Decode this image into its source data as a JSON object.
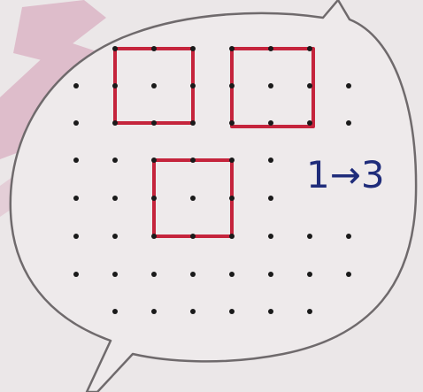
{
  "handwritten_note": "1→3",
  "colors": {
    "background": "#ebe7e8",
    "bubble_stroke": "#6f6a6c",
    "dot": "#1a1a1a",
    "square_stroke": "#c5243c",
    "ink": "#1f2c7a",
    "watermark": "#c73a7a"
  },
  "elements": {
    "bubble": "speech-bubble",
    "grid": "dot-grid",
    "squares": [
      "red-square",
      "red-square",
      "red-square"
    ]
  }
}
